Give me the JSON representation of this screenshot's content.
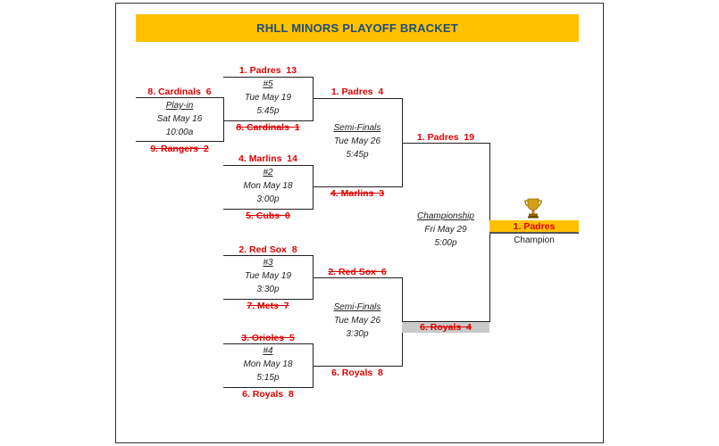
{
  "title": "RHLL MINORS PLAYOFF BRACKET",
  "playin": {
    "top_team": "8. Cardinals  6",
    "bottom_team": "9. Rangers  2",
    "label": "Play-in",
    "date": "Sat May 16",
    "time": "10:00a"
  },
  "game5": {
    "top_team": "1. Padres  13",
    "bottom_team": "8. Cardinals  1",
    "label": "#5",
    "date": "Tue May 19",
    "time": "5:45p"
  },
  "game2": {
    "top_team": "4. Marlins  14",
    "bottom_team": "5. Cubs  0",
    "label": "#2",
    "date": "Mon May 18",
    "time": "3:00p"
  },
  "game3": {
    "top_team": "2. Red Sox  8",
    "bottom_team": "7. Mets  7",
    "label": "#3",
    "date": "Tue May 19",
    "time": "3:30p"
  },
  "game4": {
    "top_team": "3. Orioles  5",
    "bottom_team": "6. Royals  8",
    "label": "#4",
    "date": "Mon May 18",
    "time": "5:15p"
  },
  "semi1": {
    "top_team": "1. Padres  4",
    "bottom_team": "4. Marlins  3",
    "label": "Semi-Finals",
    "date": "Tue May 26",
    "time": "5:45p"
  },
  "semi2": {
    "top_team": "2. Red Sox  6",
    "bottom_team": "6. Royals  8",
    "label": "Semi-Finals",
    "date": "Tue May 26",
    "time": "3:30p"
  },
  "final": {
    "top_team": "1. Padres  19",
    "bottom_team": "6. Royals  4",
    "label": "Championship",
    "date": "Fri May 29",
    "time": "5:00p"
  },
  "champion": {
    "team": "1. Padres",
    "label": "Champion"
  },
  "colors": {
    "banner": "#ffc000",
    "banner_text": "#1f4e79",
    "team_text": "#e00000",
    "loser_box": "#c9c9c9",
    "trophy": "#d4a017"
  },
  "icons": {
    "trophy": "trophy-icon"
  }
}
